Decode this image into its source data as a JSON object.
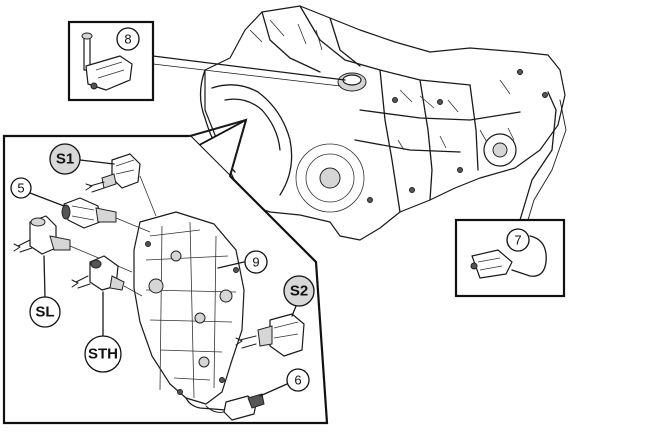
{
  "callouts": {
    "c8": "8",
    "c7": "7",
    "c9": "9",
    "c6": "6",
    "c5": "5",
    "s1": "S1",
    "s2": "S2",
    "sl": "SL",
    "sth": "STH"
  }
}
